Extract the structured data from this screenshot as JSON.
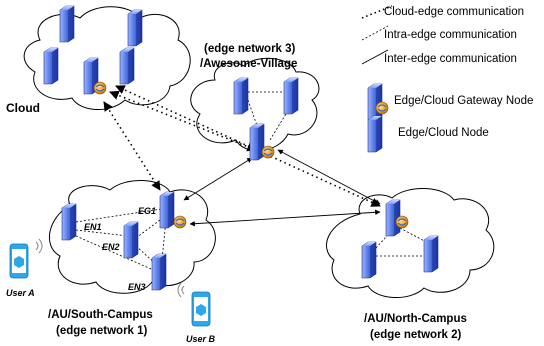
{
  "legend": {
    "cloud_edge": "Cloud-edge communication",
    "intra_edge": "Intra-edge communication",
    "inter_edge": "Inter-edge communication",
    "gateway_node": "Edge/Cloud Gateway Node",
    "node": "Edge/Cloud Node"
  },
  "clouds": {
    "cloud": "Cloud",
    "edge3_line1": "(edge network 3)",
    "edge3_line2": "/Awesome-Village",
    "edge1_line1": "/AU/South-Campus",
    "edge1_line2": "(edge network 1)",
    "edge2_line1": "/AU/North-Campus",
    "edge2_line2": "(edge network 2)"
  },
  "nodes": {
    "eg1": "EG1",
    "en1": "EN1",
    "en2": "EN2",
    "en3": "EN3"
  },
  "users": {
    "user_a": "User A",
    "user_b": "User B"
  },
  "colors": {
    "server_light": "#6f8ff0",
    "server_dark": "#1f3fae",
    "phone": "#2aa8e8",
    "gateway_badge": "#f5a623"
  }
}
